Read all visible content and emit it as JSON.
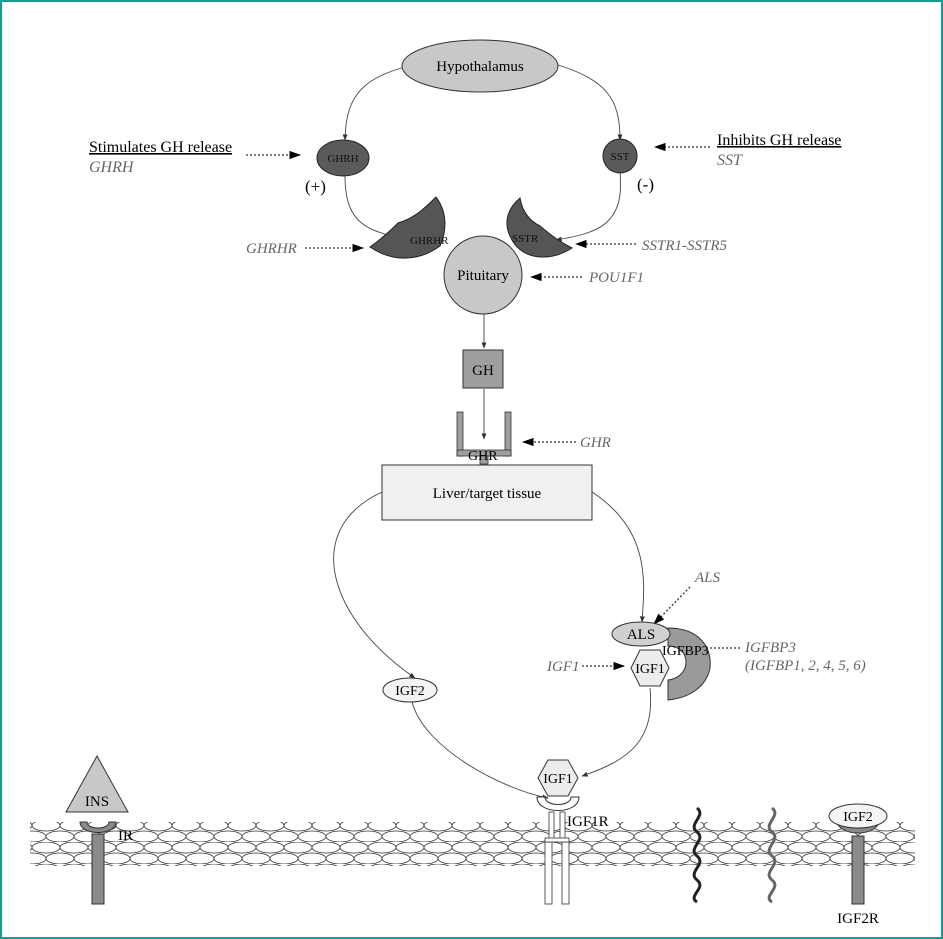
{
  "nodes": {
    "hypothalamus": "Hypothalamus",
    "ghrh": "GHRH",
    "sst": "SST",
    "ghrhr": "GHRHR",
    "sstr": "SSTR",
    "pituitary": "Pituitary",
    "gh": "GH",
    "ghr": "GHR",
    "liver": "Liver/target tissue",
    "als": "ALS",
    "igfbp3": "IGFBP3",
    "igf1": "IGF1",
    "igf2": "IGF2",
    "igf1_bound": "IGF1",
    "igf1r": "IGF1R",
    "ins": "INS",
    "ir": "IR",
    "igf2_bound": "IGF2",
    "igf2r": "IGF2R"
  },
  "annotations": {
    "stimulates_title": "Stimulates GH release",
    "stimulates_gene": "GHRH",
    "inhibits_title": "Inhibits GH release",
    "inhibits_gene": "SST",
    "plus": "(+)",
    "minus": "(-)",
    "ghrhr_gene": "GHRHR",
    "sstr_gene": "SSTR1-SSTR5",
    "pou1f1_gene": "POU1F1",
    "ghr_gene": "GHR",
    "als_gene": "ALS",
    "igfbp3_gene": "IGFBP3",
    "igfbp_others": "(IGFBP1, 2, 4, 5, 6)",
    "igf1_gene": "IGF1"
  },
  "colors": {
    "border": "#1a9a96",
    "light_gray": "#c8c8c8",
    "dark_gray": "#555555",
    "mid_gray": "#888888"
  }
}
